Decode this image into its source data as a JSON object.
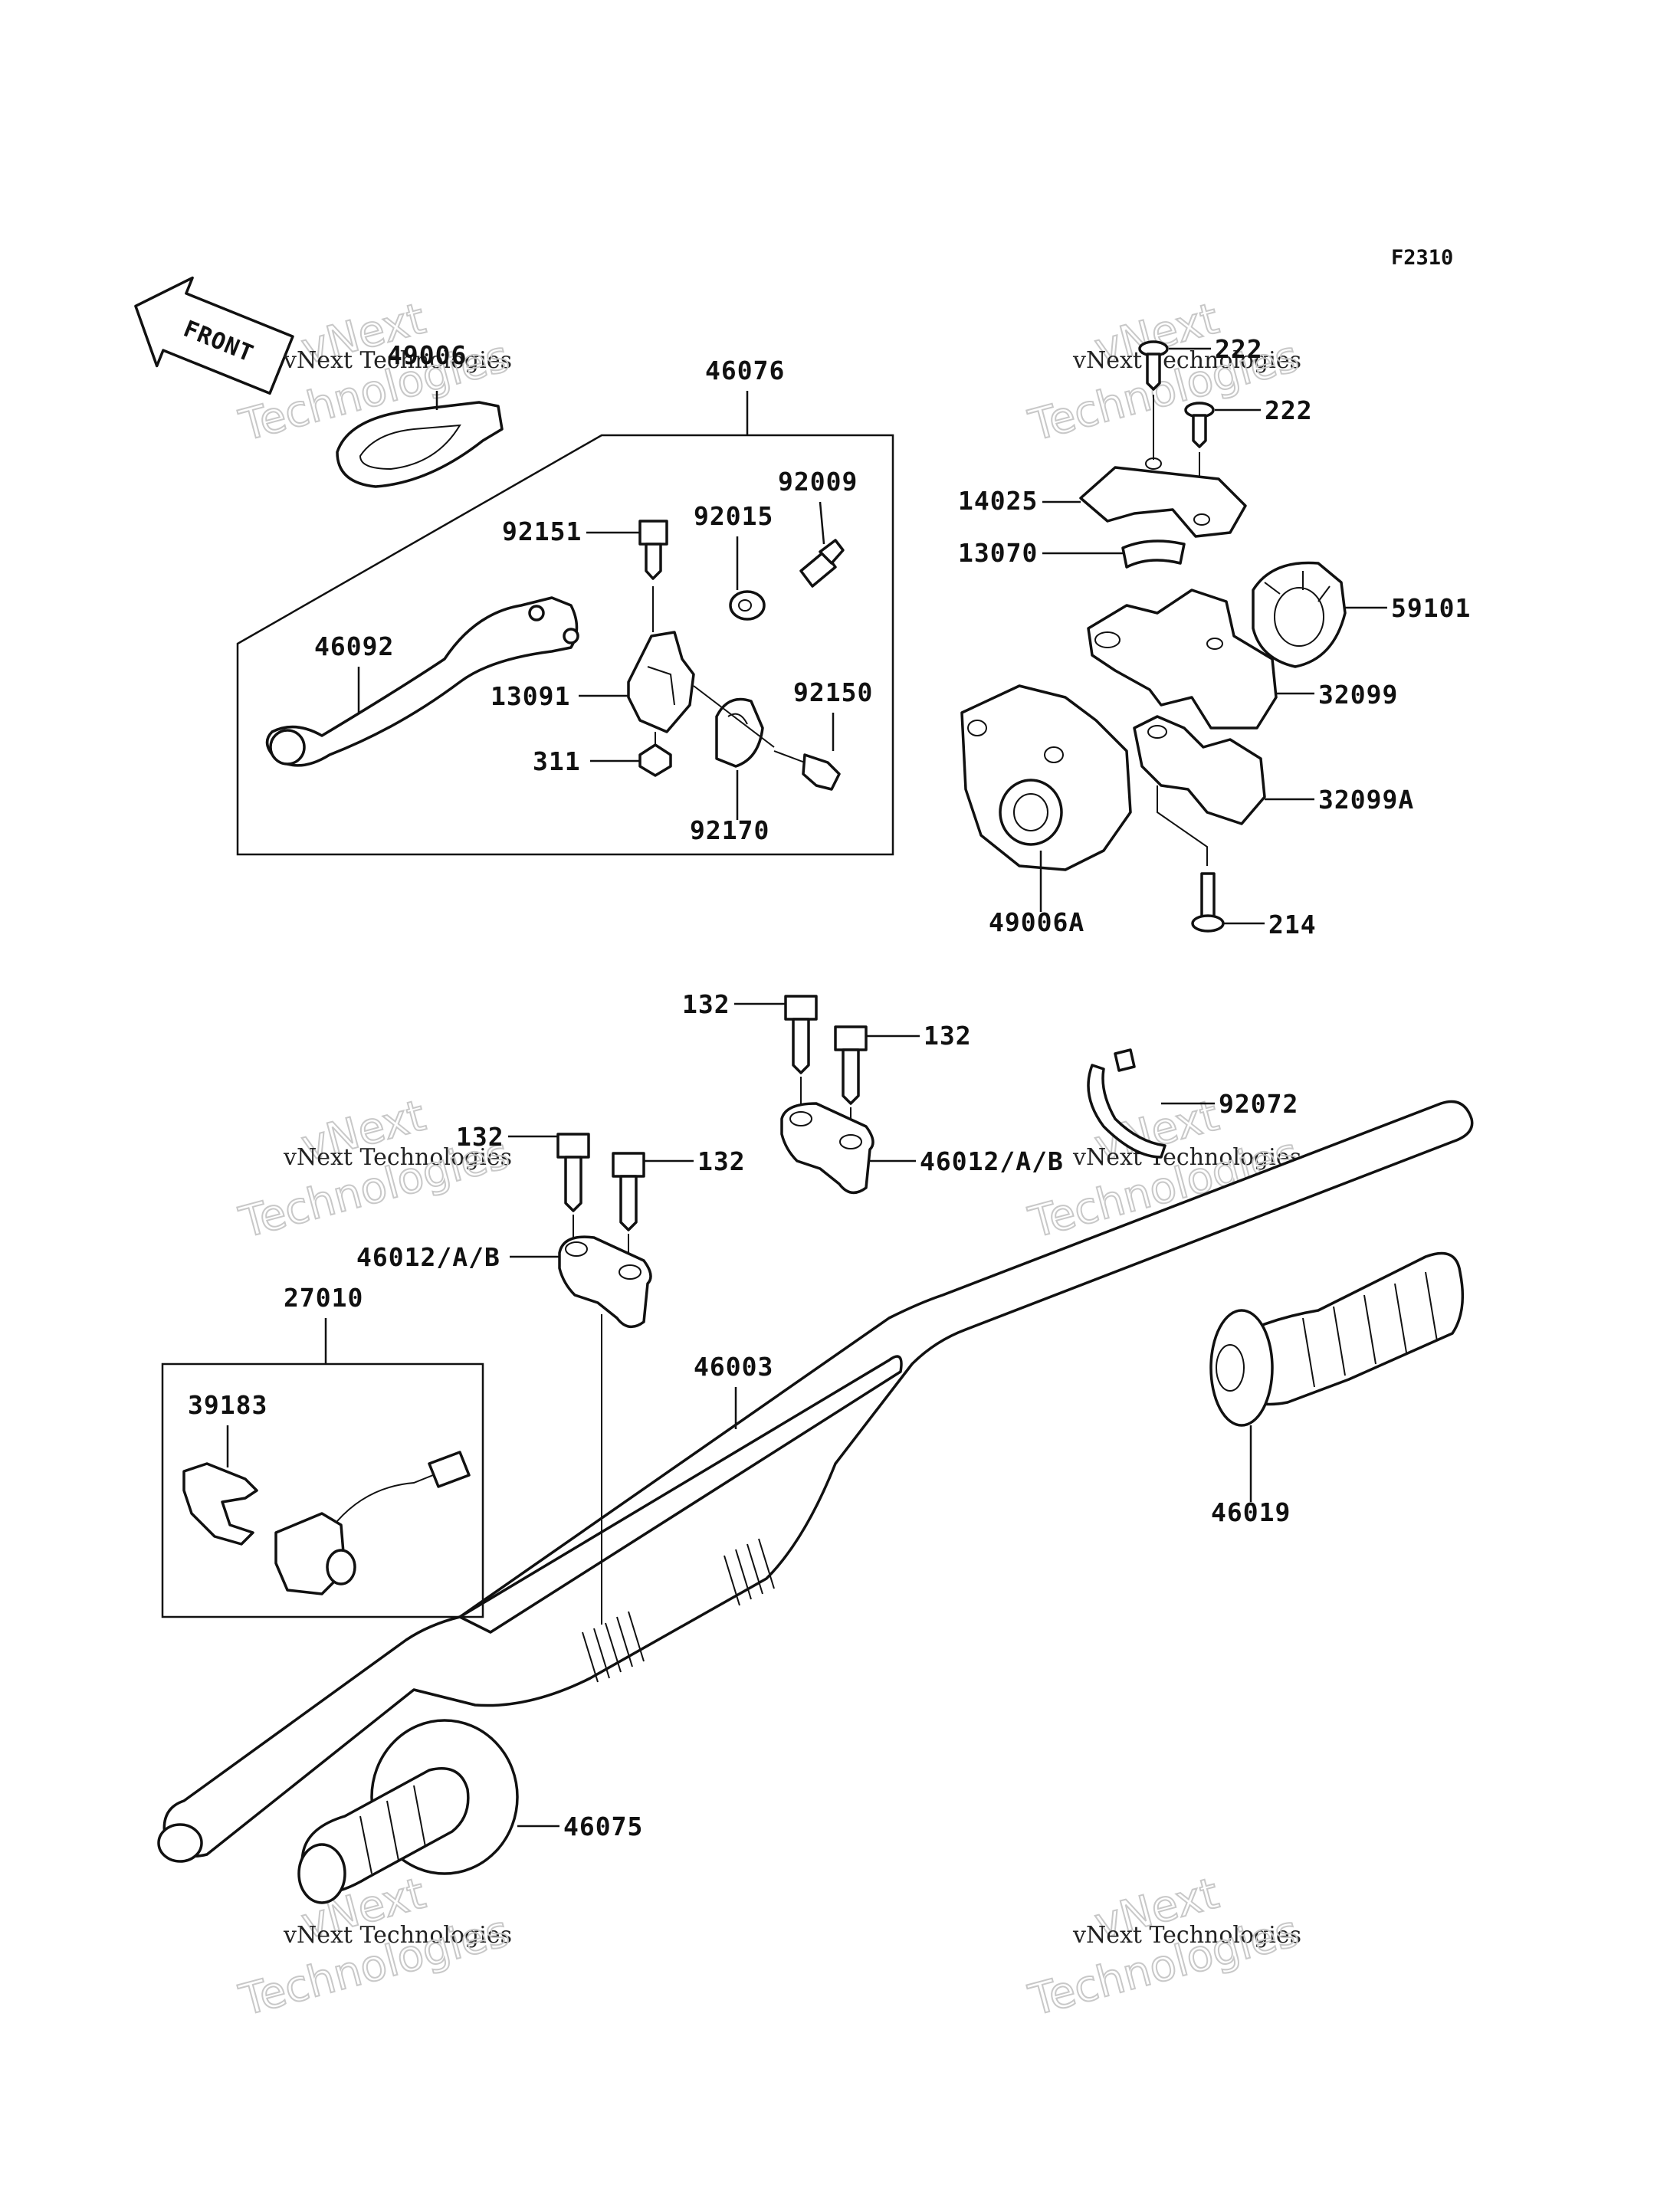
{
  "diagram_code": "F2310",
  "front_label": "FRONT",
  "watermark": {
    "line1": "vNext",
    "line2": "vNext Technologies",
    "line3": "Technologies"
  },
  "callouts": {
    "p49006": "49006",
    "p46076": "46076",
    "p92009": "92009",
    "p92151": "92151",
    "p92015": "92015",
    "p46092": "46092",
    "p13091": "13091",
    "p92150": "92150",
    "p311": "311",
    "p92170": "92170",
    "p222a": "222",
    "p222b": "222",
    "p14025": "14025",
    "p13070": "13070",
    "p59101": "59101",
    "p32099": "32099",
    "p32099A": "32099A",
    "p49006A": "49006A",
    "p214": "214",
    "p132a": "132",
    "p132b": "132",
    "p132c": "132",
    "p132d": "132",
    "p92072": "92072",
    "p46012a": "46012/A/B",
    "p46012b": "46012/A/B",
    "p27010": "27010",
    "p39183": "39183",
    "p46003": "46003",
    "p46019": "46019",
    "p46075": "46075"
  }
}
